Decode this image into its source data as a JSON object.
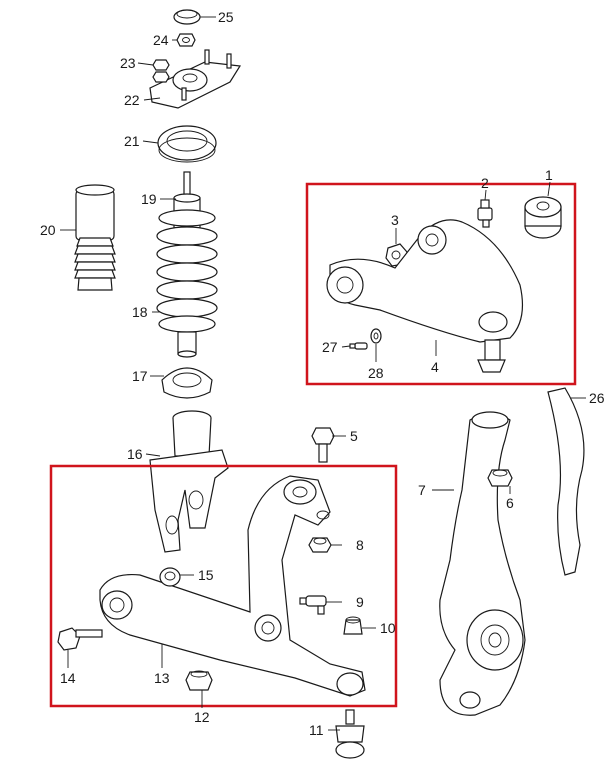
{
  "frame_color": "#d0141c",
  "callouts": [
    "25",
    "24",
    "23",
    "22",
    "21",
    "19",
    "20",
    "18",
    "17",
    "16",
    "1",
    "2",
    "3",
    "4",
    "27",
    "28",
    "26",
    "5",
    "7",
    "6",
    "8",
    "15",
    "9",
    "10",
    "14",
    "13",
    "12",
    "11"
  ]
}
